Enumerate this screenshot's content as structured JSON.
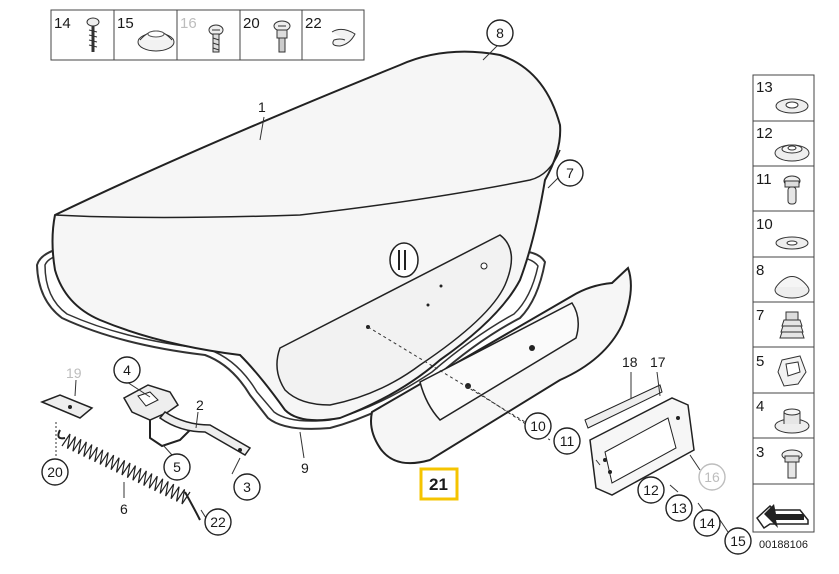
{
  "diagram": {
    "top_strip": [
      {
        "key": "top-14",
        "label": "14",
        "muted": false
      },
      {
        "key": "top-15",
        "label": "15",
        "muted": false
      },
      {
        "key": "top-16",
        "label": "16",
        "muted": true
      },
      {
        "key": "top-20",
        "label": "20",
        "muted": false
      },
      {
        "key": "top-22",
        "label": "22",
        "muted": false
      }
    ],
    "side_column": [
      {
        "key": "side-13",
        "label": "13"
      },
      {
        "key": "side-12",
        "label": "12"
      },
      {
        "key": "side-11",
        "label": "11"
      },
      {
        "key": "side-10",
        "label": "10"
      },
      {
        "key": "side-8",
        "label": "8"
      },
      {
        "key": "side-7",
        "label": "7"
      },
      {
        "key": "side-5",
        "label": "5"
      },
      {
        "key": "side-4",
        "label": "4"
      },
      {
        "key": "side-3",
        "label": "3"
      }
    ],
    "circled_callouts": [
      {
        "key": "c8",
        "label": "8"
      },
      {
        "key": "c7",
        "label": "7"
      },
      {
        "key": "c4",
        "label": "4"
      },
      {
        "key": "c5",
        "label": "5"
      },
      {
        "key": "c3",
        "label": "3"
      },
      {
        "key": "c20",
        "label": "20"
      },
      {
        "key": "c22",
        "label": "22"
      },
      {
        "key": "c10",
        "label": "10"
      },
      {
        "key": "c11",
        "label": "11"
      },
      {
        "key": "c16",
        "label": "16"
      },
      {
        "key": "c12",
        "label": "12"
      },
      {
        "key": "c13",
        "label": "13"
      },
      {
        "key": "c14",
        "label": "14"
      },
      {
        "key": "c15",
        "label": "15"
      }
    ],
    "plain_labels": [
      {
        "key": "p1",
        "label": "1"
      },
      {
        "key": "p2",
        "label": "2"
      },
      {
        "key": "p6",
        "label": "6"
      },
      {
        "key": "p9",
        "label": "9"
      },
      {
        "key": "p18",
        "label": "18"
      },
      {
        "key": "p17",
        "label": "17"
      },
      {
        "key": "p19",
        "label": "19"
      }
    ],
    "highlighted_label": "21",
    "catalog_number": "00188106"
  }
}
